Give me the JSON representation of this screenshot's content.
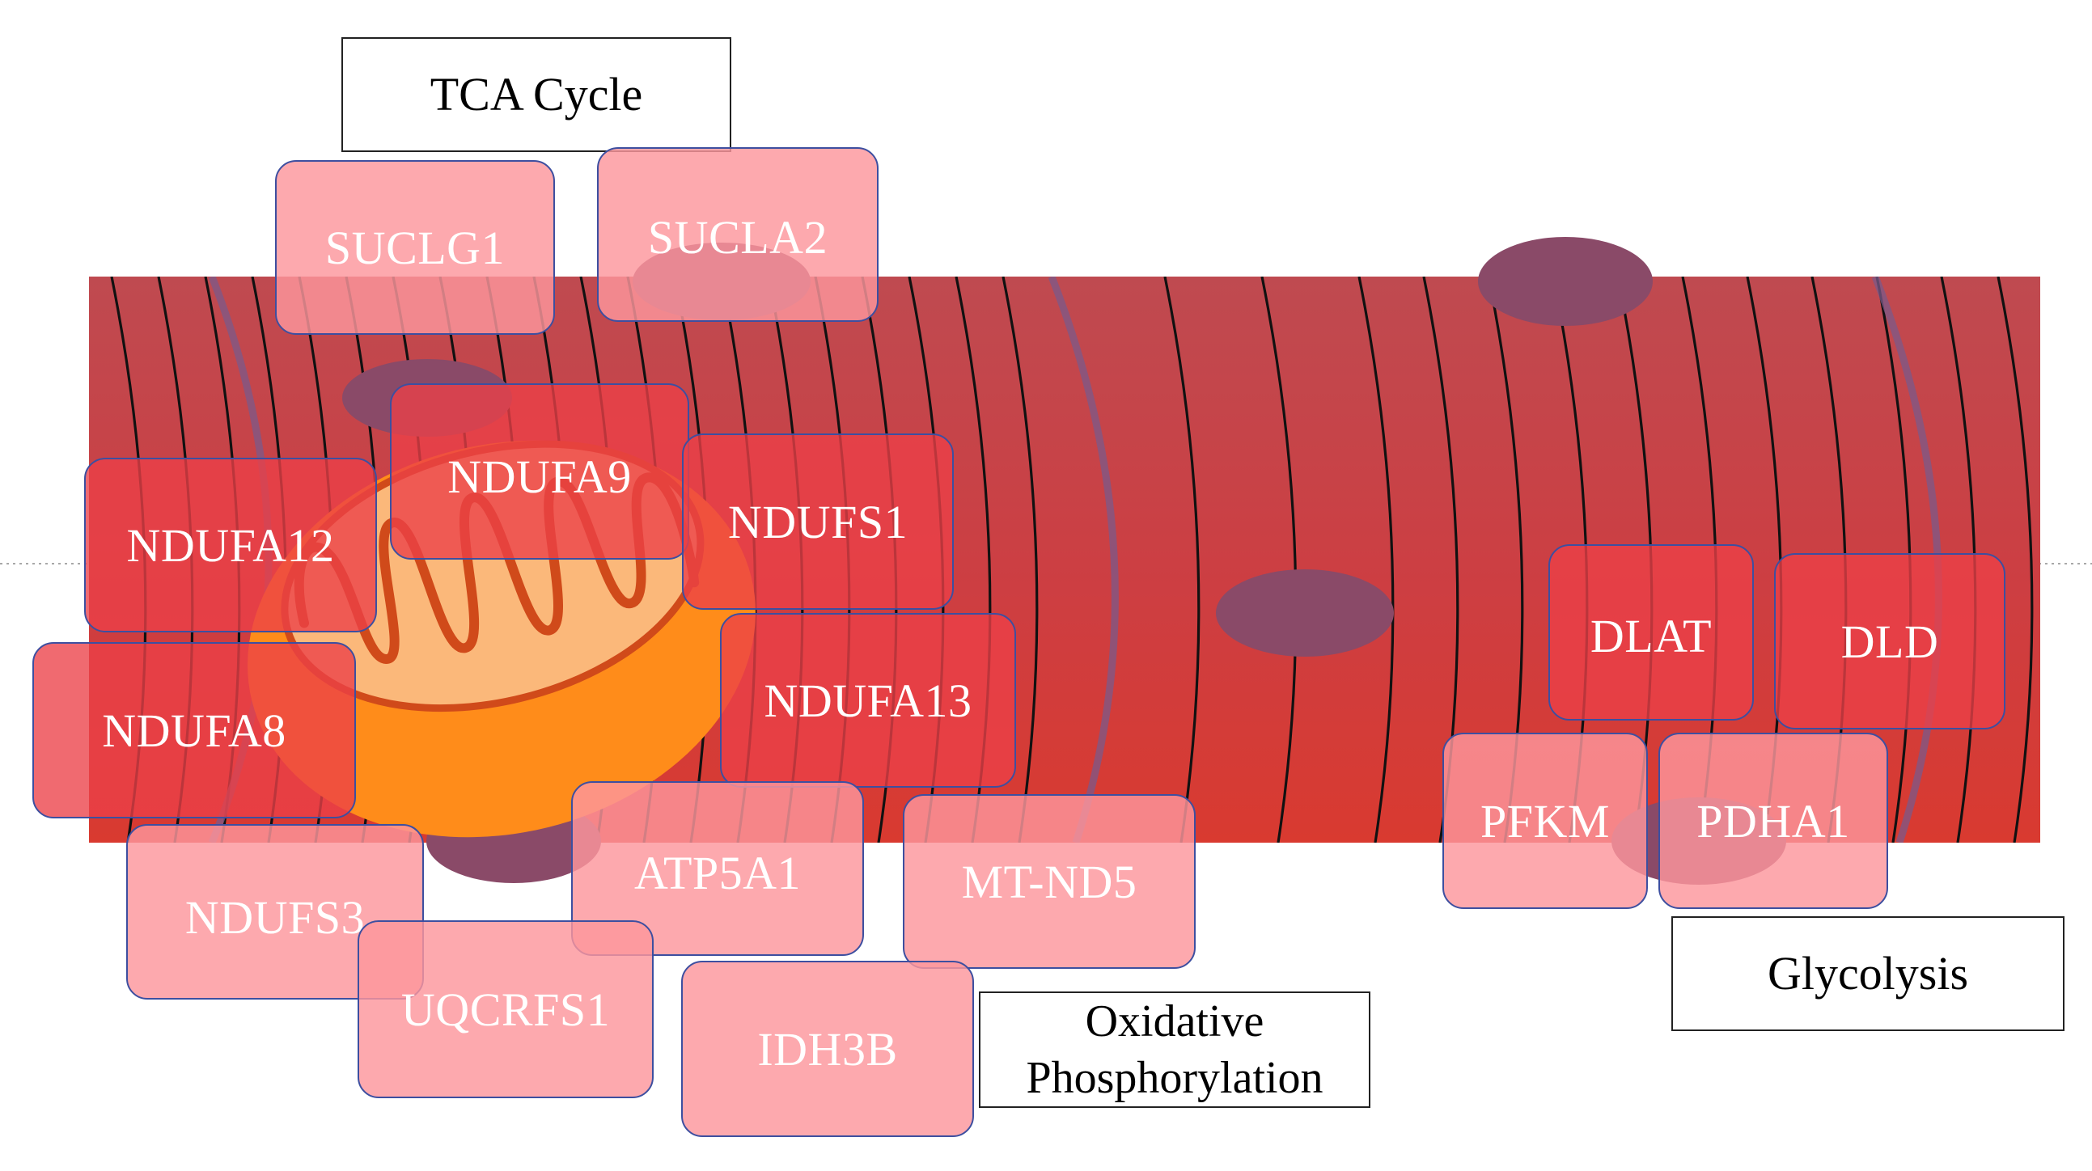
{
  "pathways": {
    "tca_cycle": "TCA Cycle",
    "oxphos_line1": "Oxidative",
    "oxphos_line2": "Phosphorylation",
    "glycolysis": "Glycolysis"
  },
  "genes": {
    "suclg1": "SUCLG1",
    "sucla2": "SUCLA2",
    "ndufa9": "NDUFA9",
    "ndufs1": "NDUFS1",
    "ndufa12": "NDUFA12",
    "ndufa8": "NDUFA8",
    "ndufa13": "NDUFA13",
    "ndufs3": "NDUFS3",
    "atp5a1": "ATP5A1",
    "mt_nd5": "MT-ND5",
    "uqcrfs1": "UQCRFS1",
    "idh3b": "IDH3B",
    "dlat": "DLAT",
    "dld": "DLD",
    "pfkm": "PFKM",
    "pdha1": "PDHA1"
  },
  "colors": {
    "muscle_top": "#c0464c",
    "muscle_bottom": "#d73832",
    "nucleus": "#8a4a68",
    "mitochondrion_outer": "#ff8c1a",
    "mitochondrion_inner": "#fbb87a",
    "cristae": "#d04a1a",
    "gene_box_light": "#fc969c",
    "gene_box_dark": "#ec4048",
    "gene_box_border": "#3d4fa0"
  }
}
